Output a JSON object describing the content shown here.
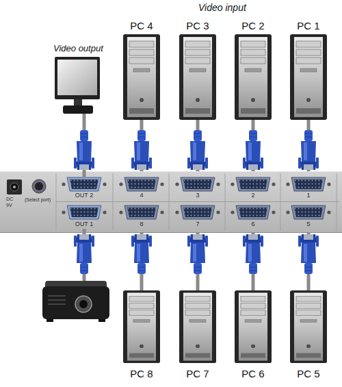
{
  "diagram": {
    "nodes": [
      {
        "text": [
          "PC 4"
        ]
      },
      {
        "text": [
          "PC 3"
        ]
      },
      {
        "text": [
          "PC 2"
        ]
      },
      {
        "text": [
          "PC 1"
        ]
      },
      {
        "text": [
          "OUT 2"
        ]
      },
      {
        "text": [
          "4"
        ]
      },
      {
        "text": [
          "3"
        ]
      },
      {
        "text": [
          "2"
        ]
      },
      {
        "text": [
          "1"
        ]
      },
      {
        "text": [
          "OUT 1"
        ]
      },
      {
        "text": [
          "8"
        ]
      },
      {
        "text": [
          "7"
        ]
      },
      {
        "text": [
          "6"
        ]
      },
      {
        "text": [
          "5"
        ]
      },
      {
        "text": [
          "PC 8"
        ]
      },
      {
        "text": [
          "PC 7"
        ]
      },
      {
        "text": [
          "PC 6"
        ]
      },
      {
        "text": [
          "PC 5"
        ]
      }
    ],
    "edges": [
      {
        "from": 0,
        "to": 5,
        "arrow": "none"
      },
      {
        "from": 1,
        "to": 6,
        "arrow": "none"
      },
      {
        "from": 2,
        "to": 7,
        "arrow": "none"
      },
      {
        "from": 3,
        "to": 8,
        "arrow": "none"
      },
      {
        "from": 14,
        "to": 10,
        "arrow": "none"
      },
      {
        "from": 15,
        "to": 11,
        "arrow": "none"
      },
      {
        "from": 16,
        "to": 12,
        "arrow": "none"
      },
      {
        "from": 17,
        "to": 13,
        "arrow": "none"
      }
    ],
    "labels": [
      "Video input",
      "Video output",
      "DC",
      "9V",
      "(Select port)"
    ]
  }
}
